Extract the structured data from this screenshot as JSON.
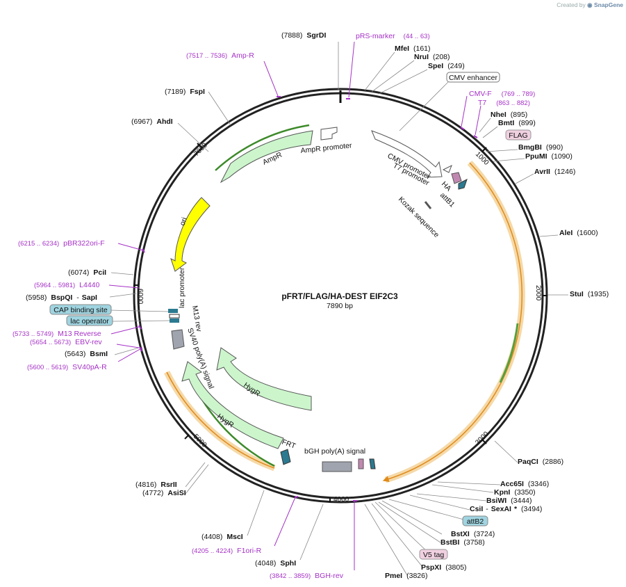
{
  "branding": {
    "created_by": "Created by",
    "app": "SnapGene"
  },
  "plasmid": {
    "name": "pFRT/FLAG/HA-DEST EIF2C3",
    "size_label": "7890 bp"
  },
  "ticks": [
    "1000",
    "2000",
    "3000",
    "4000",
    "5000",
    "6000",
    "7000"
  ],
  "features": {
    "cmv_promoter": "CMV promoter",
    "t7_promoter": "T7 promoter",
    "ha": "HA",
    "attb1": "attB1",
    "kozak": "Kozak sequence",
    "ampr": "AmpR",
    "ampr_promoter": "AmpR promoter",
    "ori": "ori",
    "lac_promoter": "lac promoter",
    "m13_rev": "M13 rev",
    "sv40": "SV40 poly(A) signal",
    "hygr1": "HygR",
    "hygr2": "HygR",
    "frt": "FRT",
    "bgh": "bGH poly(A) signal"
  },
  "sites": {
    "sgrdi": {
      "pos": "(7888)",
      "name": "SgrDI"
    },
    "mfei": {
      "name": "MfeI",
      "pos": "(161)"
    },
    "nrui": {
      "name": "NruI",
      "pos": "(208)"
    },
    "spei": {
      "name": "SpeI",
      "pos": "(249)"
    },
    "nhei": {
      "name": "NheI",
      "pos": "(895)"
    },
    "bmti": {
      "name": "BmtI",
      "pos": "(899)"
    },
    "bmgbi": {
      "name": "BmgBI",
      "pos": "(990)"
    },
    "ppumi": {
      "name": "PpuMI",
      "pos": "(1090)"
    },
    "avrii": {
      "name": "AvrII",
      "pos": "(1246)"
    },
    "alei": {
      "name": "AleI",
      "pos": "(1600)"
    },
    "stui": {
      "name": "StuI",
      "pos": "(1935)"
    },
    "paqci": {
      "name": "PaqCI",
      "pos": "(2886)"
    },
    "acc65i": {
      "name": "Acc65I",
      "pos": "(3346)"
    },
    "kpni": {
      "name": "KpnI",
      "pos": "(3350)"
    },
    "bsiwi": {
      "name": "BsiWI",
      "pos": "(3444)"
    },
    "csii": {
      "name": "CsiI",
      "sep": "-",
      "name2": "SexAI",
      "star": "*",
      "pos": "(3494)"
    },
    "bstxi": {
      "name": "BstXI",
      "pos": "(3724)"
    },
    "bstbi": {
      "name": "BstBI",
      "pos": "(3758)"
    },
    "pspxi": {
      "name": "PspXI",
      "pos": "(3805)"
    },
    "pmei": {
      "name": "PmeI",
      "pos": "(3826)"
    },
    "sphi": {
      "pos": "(4048)",
      "name": "SphI"
    },
    "msci": {
      "pos": "(4408)",
      "name": "MscI"
    },
    "rsrii": {
      "pos": "(4816)",
      "name": "RsrII"
    },
    "asisi": {
      "pos": "(4772)",
      "name": "AsiSI"
    },
    "bsmi": {
      "pos": "(5643)",
      "name": "BsmI"
    },
    "bspqi": {
      "pos": "(5958)",
      "name": "BspQI",
      "sep": "-",
      "name2": "SapI"
    },
    "pcii": {
      "pos": "(6074)",
      "name": "PciI"
    },
    "ahdi": {
      "pos": "(6967)",
      "name": "AhdI"
    },
    "fspi": {
      "pos": "(7189)",
      "name": "FspI"
    }
  },
  "primers": {
    "rs_marker": {
      "name": "pRS-marker",
      "range": "(44 .. 63)"
    },
    "amp_r": {
      "range": "(7517 .. 7536)",
      "name": "Amp-R"
    },
    "cmv_f": {
      "name": "CMV-F",
      "range": "(769 .. 789)"
    },
    "t7": {
      "name": "T7",
      "range": "(863 .. 882)"
    },
    "pbr322": {
      "range": "(6215 .. 6234)",
      "name": "pBR322ori-F"
    },
    "l4440": {
      "range": "(5964 .. 5981)",
      "name": "L4440"
    },
    "m13_reverse": {
      "range": "(5733 .. 5749)",
      "name": "M13 Reverse"
    },
    "ebv_rev": {
      "range": "(5654 .. 5673)",
      "name": "EBV-rev"
    },
    "sv40pa_r": {
      "range": "(5600 .. 5619)",
      "name": "SV40pA-R"
    },
    "f1ori_r": {
      "range": "(4205 .. 4224)",
      "name": "F1ori-R"
    },
    "bgh_rev": {
      "range": "(3842 .. 3859)",
      "name": "BGH-rev"
    }
  },
  "boxed": {
    "cmv_enhancer": "CMV enhancer",
    "flag": "FLAG",
    "attb2": "attB2",
    "v5_tag": "V5 tag",
    "cap_site": "CAP binding site",
    "lac_operator": "lac operator"
  },
  "colors": {
    "backbone": "#222222",
    "orf": "#f0c880",
    "orf_line": "#e0a040",
    "green_feat": "#ccf5cc",
    "ori": "#ffff00",
    "grey_feat": "#a0a4ae",
    "teal_feat": "#2b7a90",
    "pink_box": "#f0d0e0",
    "teal_box": "#9fd4e0",
    "primer": "#a531c6"
  }
}
